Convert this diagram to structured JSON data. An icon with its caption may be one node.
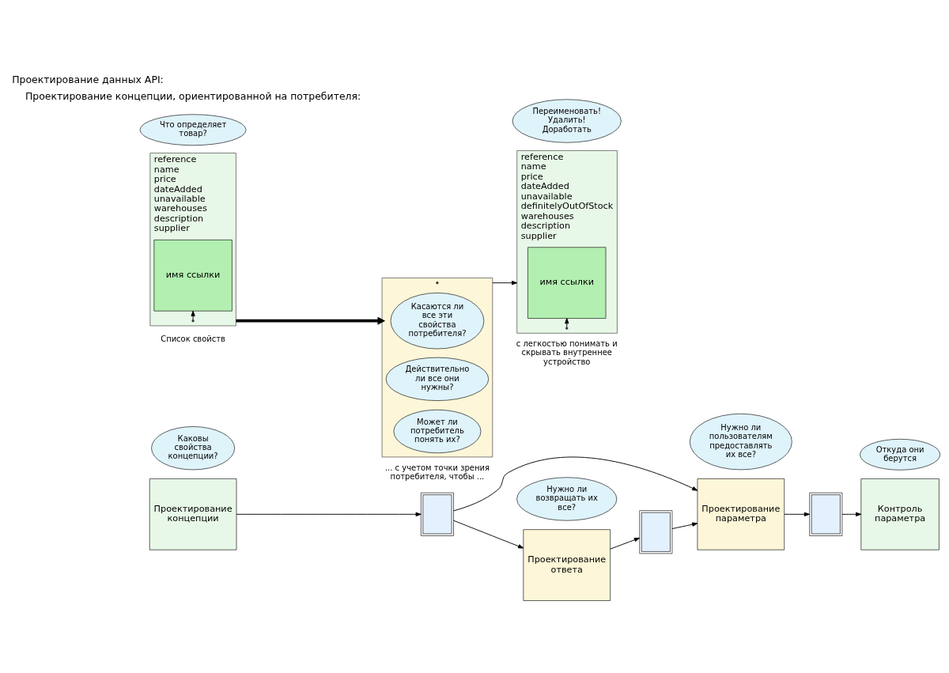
{
  "diagram": {
    "title": "Проектирование данных API:",
    "nodes": [
      {
        "text": [
          "Каковы свойства концепции?"
        ]
      },
      {
        "text": [
          "Проектирование концепции"
        ]
      },
      {
        "text": [],
        "shape": "document"
      },
      {
        "text": [
          "Нужно ли возвращать их все?"
        ]
      },
      {
        "text": [
          "Проектирование ответа"
        ]
      },
      {
        "text": [],
        "shape": "document"
      },
      {
        "text": [
          "Нужно ли пользователям предоставлять их все?"
        ]
      },
      {
        "text": [
          "Проектирование параметра"
        ]
      },
      {
        "text": [],
        "shape": "document"
      },
      {
        "text": [
          "Откуда они берутся"
        ]
      },
      {
        "text": [
          "Контроль параметра"
        ]
      },
      {
        "text": [
          "reference",
          "name",
          "price",
          "dateAdded",
          "unavailable",
          "warehouses",
          "description",
          "supplier"
        ],
        "beside": [
          "Список свойств"
        ]
      },
      {
        "text": [
          "Что определяет товар?"
        ]
      },
      {
        "text": [
          "имя ссылки"
        ],
        "in": 11
      },
      {
        "text": [],
        "shape": "box",
        "beside": [
          "... с учетом точки зрения потребителя, чтобы ..."
        ]
      },
      {
        "text": [
          "Касаются ли все эти свойства потребителя?"
        ],
        "in": 14
      },
      {
        "text": [
          "Действительно ли все они нужны?"
        ],
        "in": 14
      },
      {
        "text": [
          "Может ли потребитель понять их?"
        ],
        "in": 14
      },
      {
        "text": [
          "reference",
          "name",
          "price",
          "dateAdded",
          "unavailable",
          "definitelyOutOfStock",
          "warehouses",
          "description",
          "supplier"
        ],
        "beside": [
          "с легкостью понимать и скрывать внутреннее устройство"
        ]
      },
      {
        "text": [
          "Переименовать! Удалить! Доработать"
        ]
      },
      {
        "text": [
          "имя ссылки"
        ],
        "in": 18
      }
    ],
    "edges": [
      {
        "from": 1,
        "to": 2,
        "arrow": "to"
      },
      {
        "from": 2,
        "to": 4,
        "arrow": "to"
      },
      {
        "from": 4,
        "to": 5,
        "arrow": "to"
      },
      {
        "from": 5,
        "to": 7,
        "arrow": "to"
      },
      {
        "from": 7,
        "to": 8,
        "arrow": "to"
      },
      {
        "from": 8,
        "to": 10,
        "arrow": "to"
      },
      {
        "from": 2,
        "to": 7,
        "arrow": "to"
      },
      {
        "from": 11,
        "to": 13,
        "arrow": "to"
      },
      {
        "from": 11,
        "to": 14,
        "arrow": "to",
        "style": "thick"
      },
      {
        "from": 14,
        "to": 18,
        "arrow": "to"
      },
      {
        "from": 18,
        "to": 20,
        "arrow": "to"
      }
    ],
    "labels": [
      "Проектирование концепции, ориентированной на потребителя:"
    ]
  }
}
